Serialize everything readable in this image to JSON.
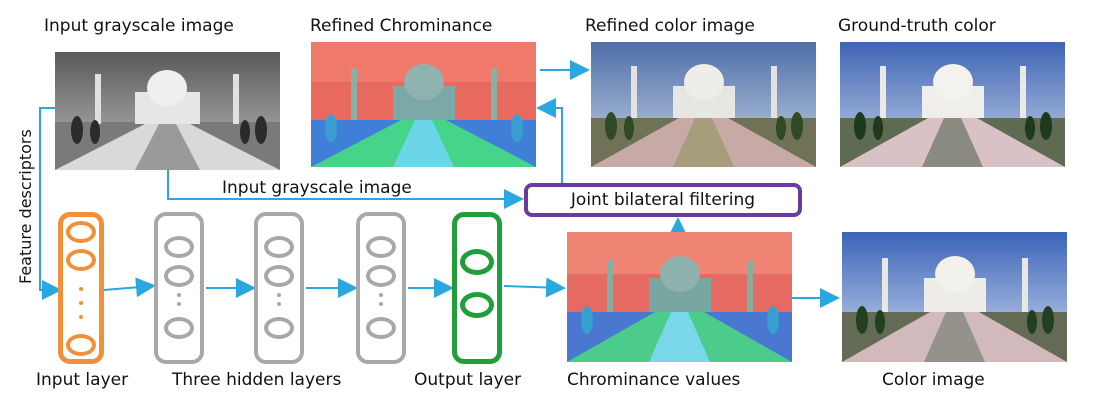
{
  "labels": {
    "input_gray_top": "Input grayscale image",
    "refined_chroma": "Refined Chrominance",
    "refined_color": "Refined color image",
    "ground_truth": "Ground-truth color",
    "input_gray_mid": "Input grayscale image",
    "joint_bilateral": "Joint bilateral filtering",
    "feature_descriptors": "Feature descriptors",
    "input_layer": "Input layer",
    "hidden_layers": "Three hidden layers",
    "output_layer": "Output layer",
    "chroma_values": "Chrominance values",
    "color_image": "Color image"
  },
  "colors": {
    "arrow": "#2aa7df",
    "input_layer": "#f0903a",
    "hidden_layer": "#a8a8a8",
    "output_layer": "#1f9e3a",
    "filter_box": "#6b3aa0"
  }
}
